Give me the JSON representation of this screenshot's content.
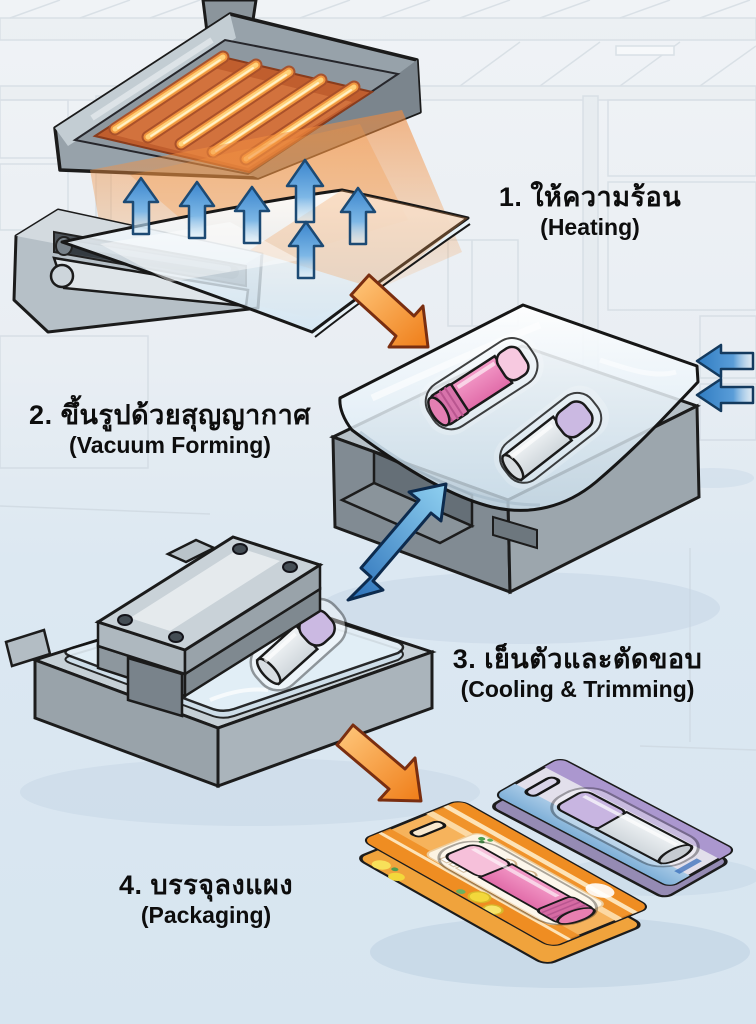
{
  "diagram_type": "blister-packaging-process-flow",
  "process_steps": [
    {
      "thai": "1. ให้ความร้อน",
      "english": "(Heating)"
    },
    {
      "thai": "2. ขึ้นรูปด้วยสุญญากาศ",
      "english": "(Vacuum Forming)"
    },
    {
      "thai": "3. เย็นตัวและตัดขอบ",
      "english": "(Cooling & Trimming)"
    },
    {
      "thai": "4. บรรจุลงแผง",
      "english": "(Packaging)"
    }
  ],
  "palette": {
    "background_top": "#eef2f5",
    "floor_blue": "#d8e6f1",
    "heat_arrow_blue": "#3f87c9",
    "flow_arrow_orange": "#f5821f",
    "heater_glow_orange": "#f59a4a",
    "machine_gray": "#aab4bb",
    "lip_balm_pink": "#ee86ba",
    "lip_balm_lavender": "#c8b5e1",
    "card_orange": "#f2952b",
    "card_purple": "#b2a0d6",
    "outline_ink": "#1c1c1c"
  }
}
